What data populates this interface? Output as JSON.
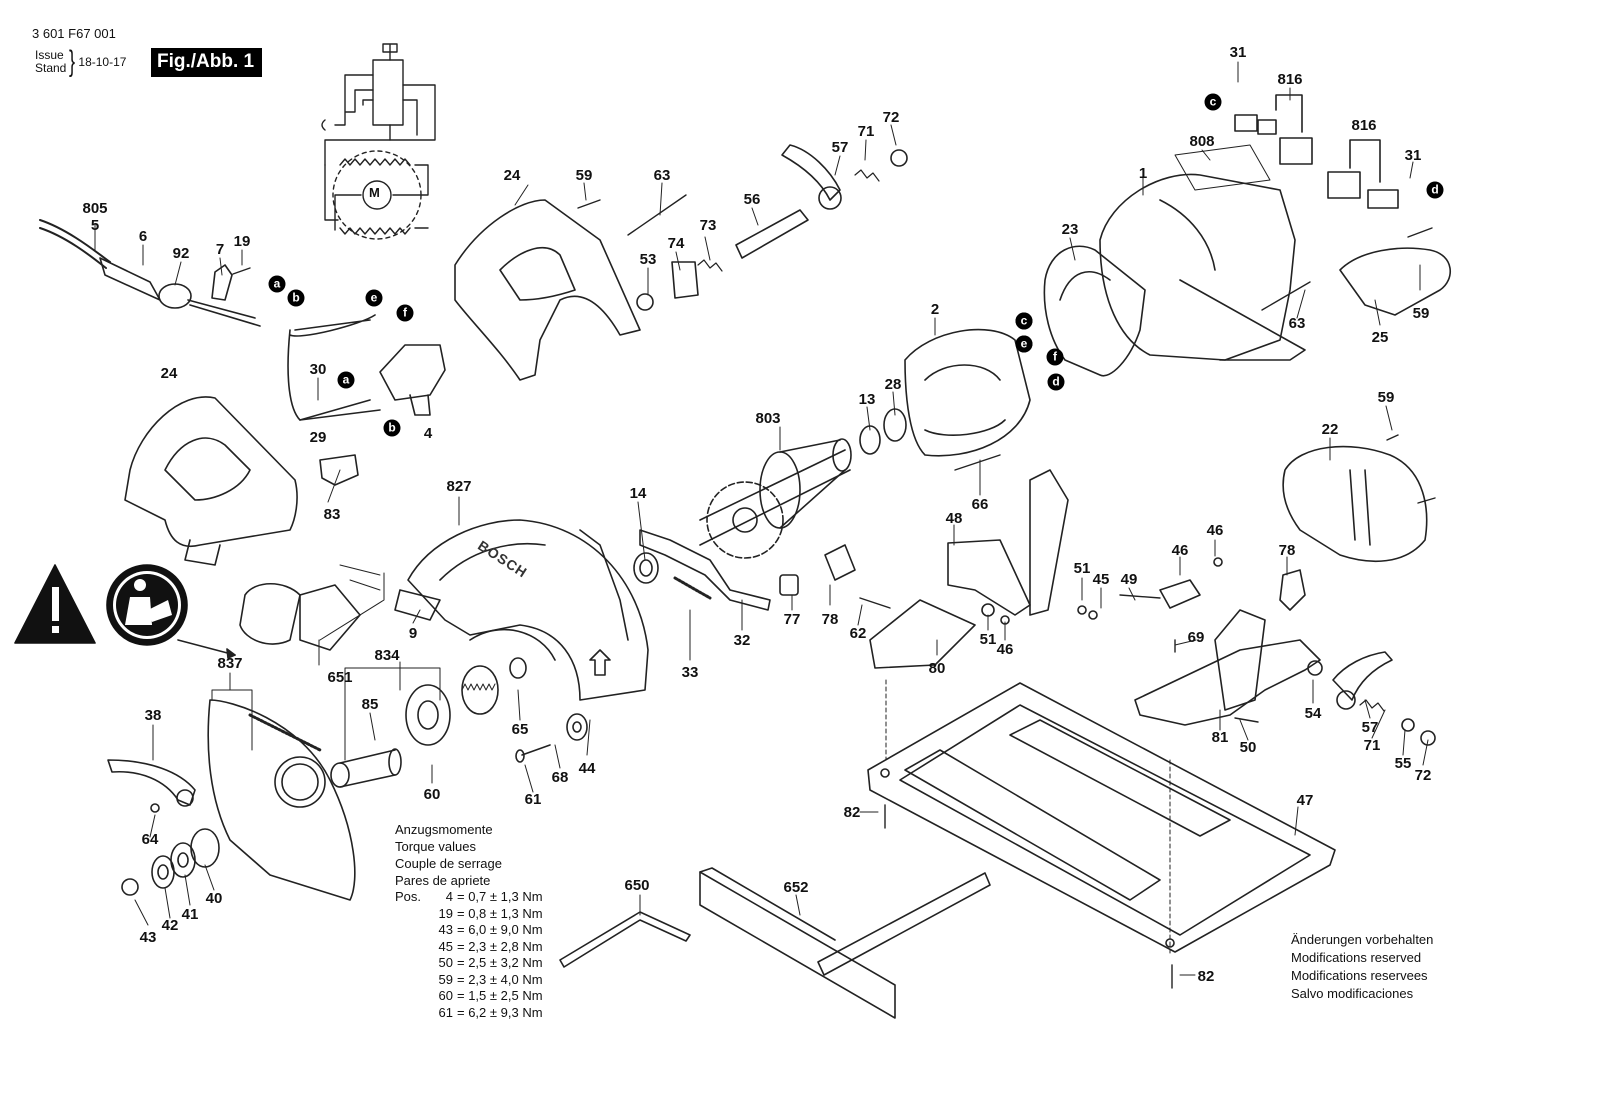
{
  "header": {
    "doc_number": "3 601 F67 001",
    "issue_label": "Issue",
    "stand_label": "Stand",
    "issue_date": "18-10-17",
    "figure_label": "Fig./Abb. 1"
  },
  "diagram_text": {
    "brand": "BOSCH",
    "motor_symbol": "M"
  },
  "part_labels": [
    "31",
    "816",
    "816",
    "31",
    "808",
    "1",
    "23",
    "25",
    "59",
    "63",
    "2",
    "24",
    "59",
    "63",
    "57",
    "71",
    "72",
    "56",
    "73",
    "74",
    "53",
    "805",
    "5",
    "6",
    "92",
    "7",
    "19",
    "30",
    "29",
    "4",
    "83",
    "24",
    "803",
    "13",
    "28",
    "66",
    "14",
    "48",
    "32",
    "33",
    "77",
    "78",
    "62",
    "80",
    "51",
    "46",
    "46",
    "51",
    "45",
    "49",
    "46",
    "69",
    "78",
    "22",
    "59",
    "827",
    "9",
    "651",
    "837",
    "834",
    "85",
    "65",
    "44",
    "68",
    "61",
    "60",
    "38",
    "64",
    "40",
    "41",
    "42",
    "43",
    "54",
    "57",
    "71",
    "55",
    "72",
    "81",
    "50",
    "82",
    "47",
    "82",
    "650",
    "652"
  ],
  "connector_badges": [
    "c",
    "e",
    "f",
    "a",
    "b",
    "e",
    "f",
    "a",
    "b",
    "c",
    "e",
    "f",
    "d",
    "d"
  ],
  "torque": {
    "title_lines": [
      "Anzugsmomente",
      "Torque values",
      "Couple de serrage",
      "Pares de apriete"
    ],
    "pos_label": "Pos.",
    "rows": [
      {
        "pos": "4",
        "value": "= 0,7 ± 1,3 Nm"
      },
      {
        "pos": "19",
        "value": "= 0,8 ± 1,3 Nm"
      },
      {
        "pos": "43",
        "value": "= 6,0 ± 9,0 Nm"
      },
      {
        "pos": "45",
        "value": "= 2,3 ± 2,8 Nm"
      },
      {
        "pos": "50",
        "value": "= 2,5 ± 3,2 Nm"
      },
      {
        "pos": "59",
        "value": "= 2,3 ± 4,0 Nm"
      },
      {
        "pos": "60",
        "value": "= 1,5 ± 2,5 Nm"
      },
      {
        "pos": "61",
        "value": "= 6,2 ± 9,3 Nm"
      }
    ]
  },
  "modifications": [
    "Änderungen vorbehalten",
    "Modifications reserved",
    "Modifications reservees",
    "Salvo modificaciones"
  ],
  "icons": [
    "warning-triangle-icon",
    "read-manual-icon"
  ]
}
